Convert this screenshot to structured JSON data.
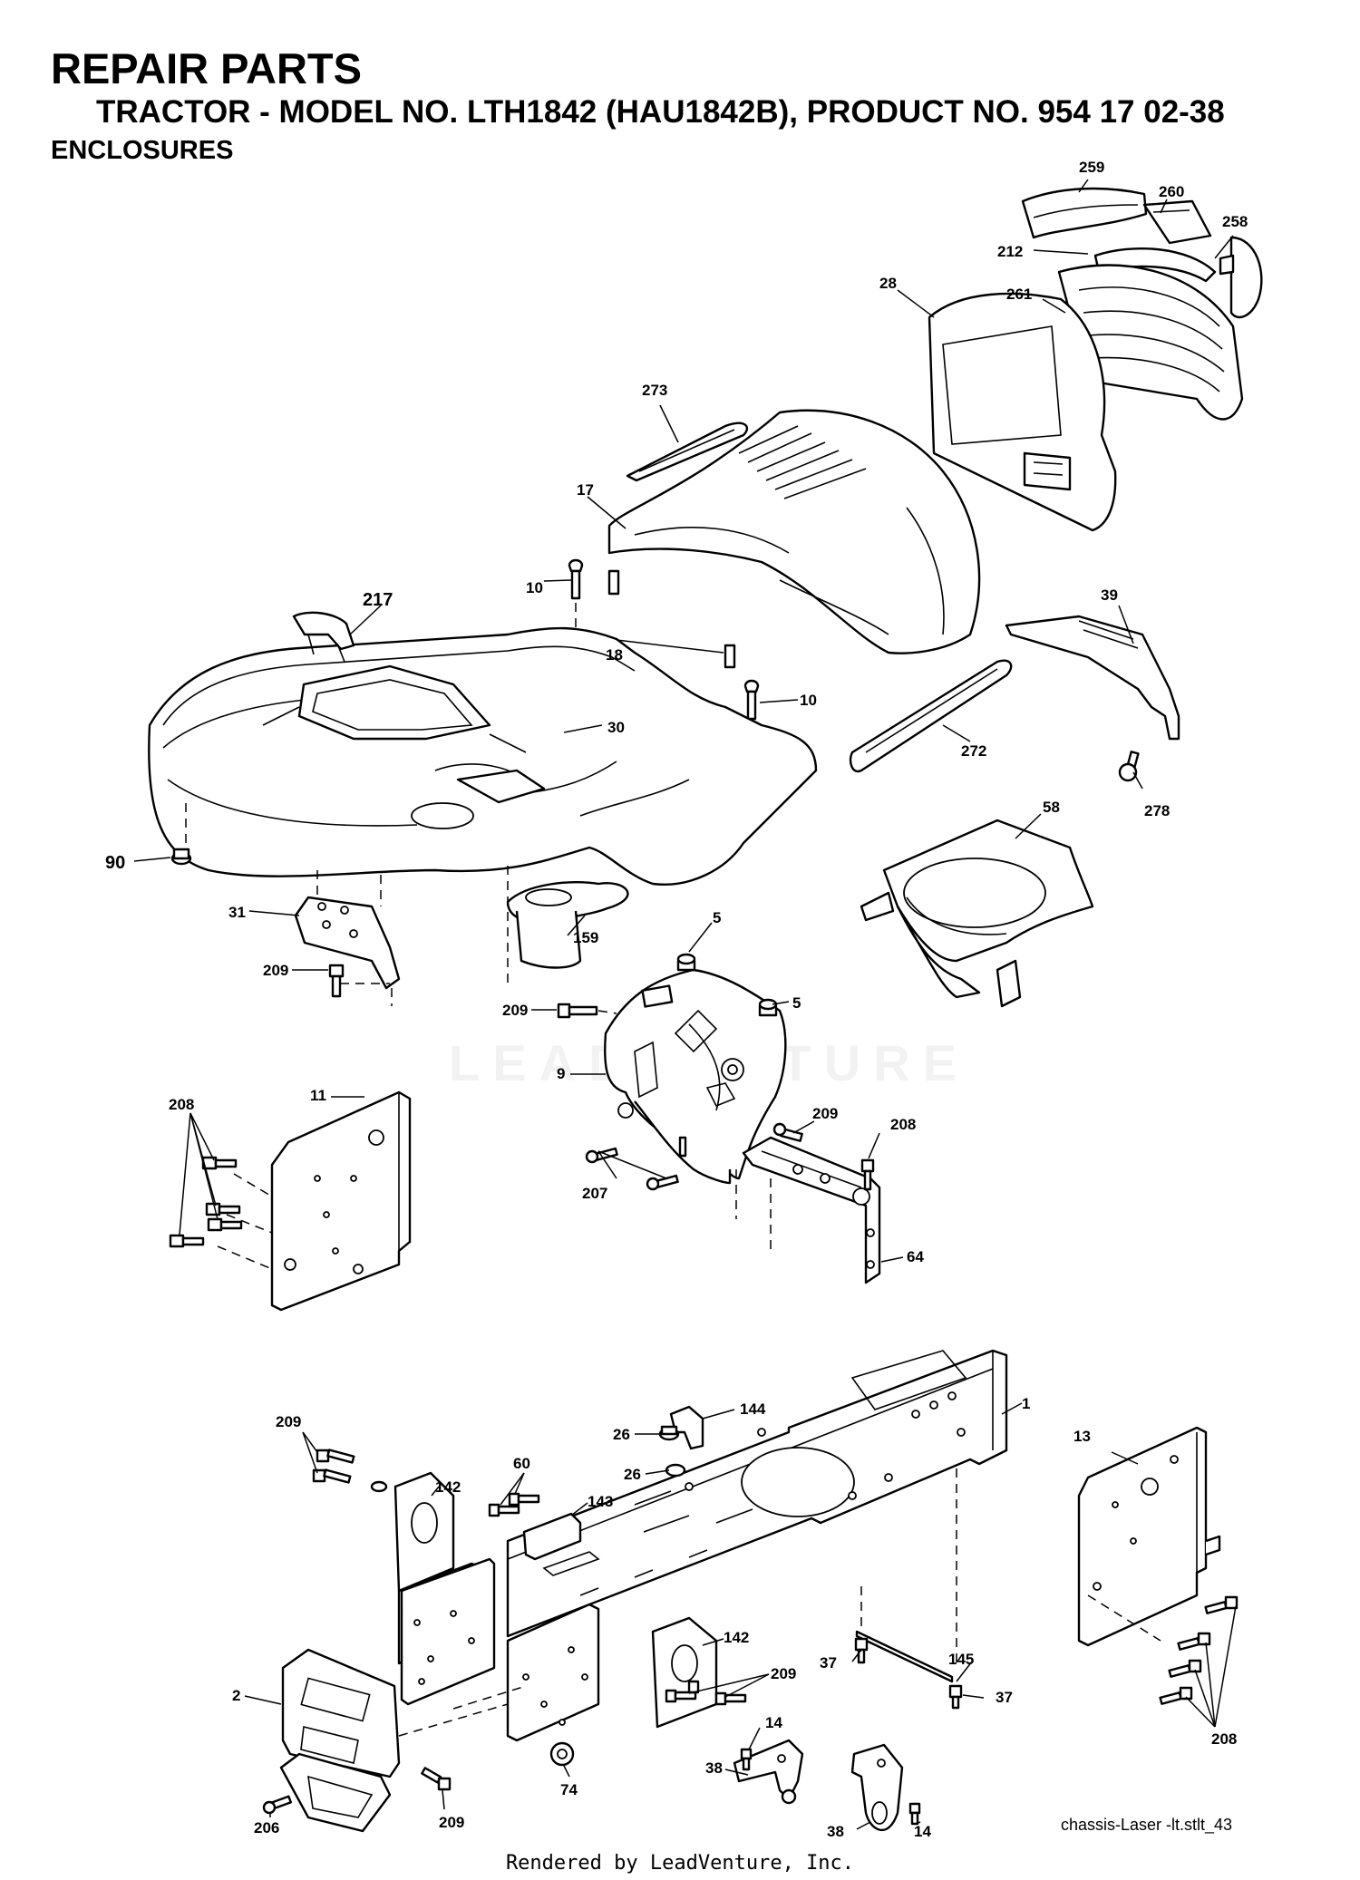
{
  "header": {
    "title": "REPAIR PARTS",
    "subtitle": "TRACTOR - MODEL NO. LTH1842 (HAU1842B), PRODUCT NO. 954 17 02-38",
    "section": "ENCLOSURES"
  },
  "parts": [
    "259",
    "260",
    "258",
    "212",
    "28",
    "261",
    "273",
    "17",
    "10",
    "217",
    "18",
    "30",
    "10",
    "272",
    "39",
    "278",
    "90",
    "58",
    "31",
    "159",
    "5",
    "209",
    "5",
    "209",
    "9",
    "208",
    "11",
    "209",
    "208",
    "207",
    "64",
    "144",
    "1",
    "209",
    "26",
    "26",
    "60",
    "143",
    "142",
    "13",
    "142",
    "209",
    "37",
    "145",
    "37",
    "208",
    "2",
    "74",
    "14",
    "38",
    "206",
    "209",
    "38",
    "14"
  ],
  "watermark": "LEADVENTURE",
  "footer": {
    "reference": "chassis-Laser -lt.stlt_43",
    "rendered_by": "Rendered by LeadVenture, Inc."
  }
}
